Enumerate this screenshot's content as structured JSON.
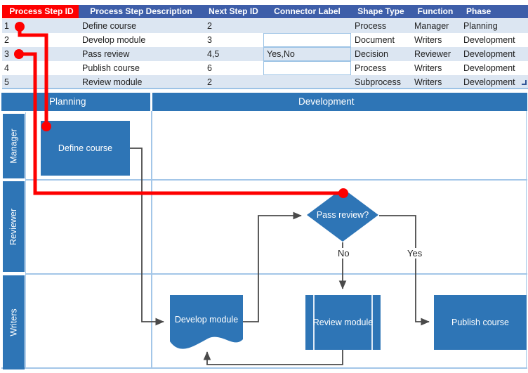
{
  "table": {
    "headers": [
      "Process Step ID",
      "Process Step Description",
      "Next Step ID",
      "Connector Label",
      "Shape Type",
      "Function",
      "Phase"
    ],
    "rows": [
      [
        "1",
        "Define course",
        "2",
        "",
        "Process",
        "Manager",
        "Planning"
      ],
      [
        "2",
        "Develop module",
        "3",
        "",
        "Document",
        "Writers",
        "Development"
      ],
      [
        "3",
        "Pass review",
        "4,5",
        "Yes,No",
        "Decision",
        "Reviewer",
        "Development"
      ],
      [
        "4",
        "Publish course",
        "6",
        "",
        "Process",
        "Writers",
        "Development"
      ],
      [
        "5",
        "Review module",
        "2",
        "",
        "Subprocess",
        "Writers",
        "Development"
      ]
    ]
  },
  "flowchart": {
    "phases": [
      {
        "label": "Planning"
      },
      {
        "label": "Development"
      }
    ],
    "lanes": [
      {
        "label": "Manager"
      },
      {
        "label": "Reviewer"
      },
      {
        "label": "Writers"
      }
    ],
    "shapes": [
      {
        "label": "Define course",
        "type": "Process"
      },
      {
        "label": "Develop module",
        "type": "Document"
      },
      {
        "label": "Pass review?",
        "type": "Decision"
      },
      {
        "label": "Review module",
        "type": "Subprocess"
      },
      {
        "label": "Publish course",
        "type": "Process"
      }
    ],
    "connector_labels": {
      "yes": "Yes",
      "no": "No"
    }
  },
  "colors": {
    "header_blue": "#3E5EA9",
    "highlight_red": "#FE0000",
    "row_stripe": "#DCE6F2",
    "shape_blue": "#2E75B6",
    "lane_line": "#A3C6E8",
    "connector_gray": "#4A4A4A"
  }
}
